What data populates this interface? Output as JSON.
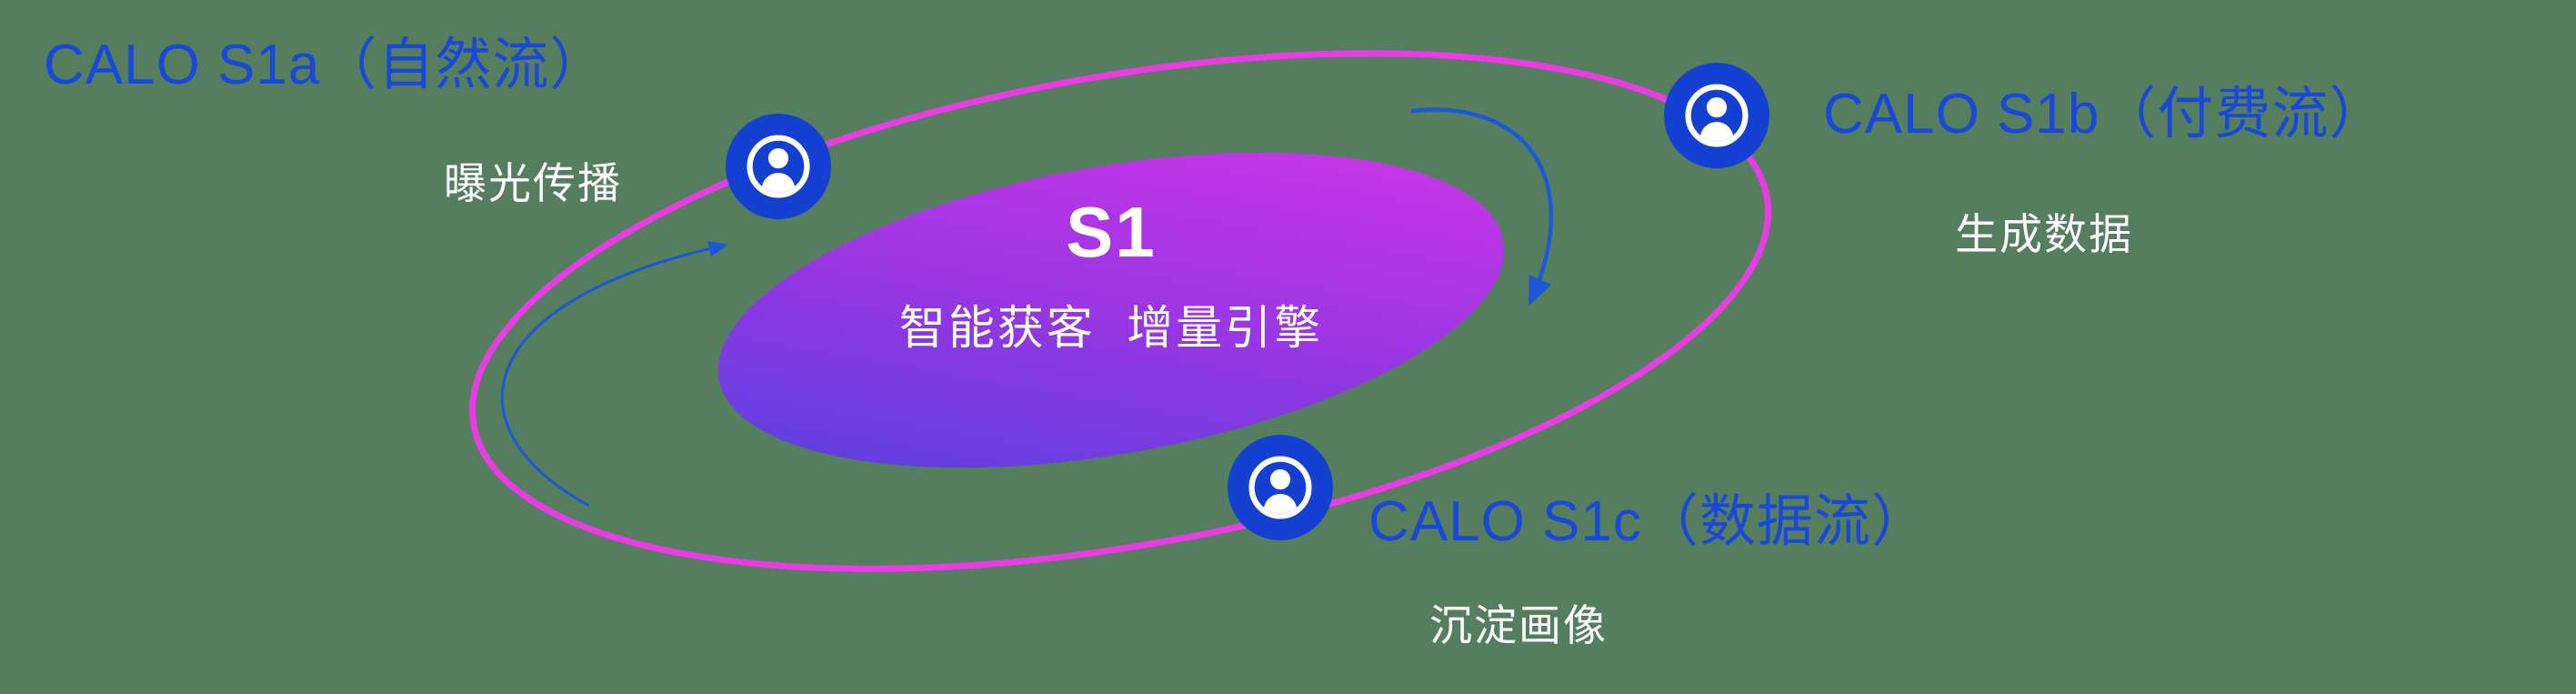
{
  "diagram": {
    "center": {
      "title": "S1",
      "subtitle": "智能获客  增量引擎"
    },
    "nodes": [
      {
        "id": "s1a",
        "title": "CALO S1a（自然流）",
        "subtitle": "曝光传播"
      },
      {
        "id": "s1b",
        "title": "CALO S1b（付费流）",
        "subtitle": "生成数据"
      },
      {
        "id": "s1c",
        "title": "CALO S1c（数据流）",
        "subtitle": "沉淀画像"
      }
    ],
    "colors": {
      "background": "#557e5f",
      "title_blue": "#1948d8",
      "subtitle_white": "#ffffff",
      "node_blue": "#1340d0",
      "orbit_ring_magenta": "#e93ce4",
      "core_gradient_start": "#4b43dd",
      "core_gradient_end": "#d636e9",
      "arrow_blue": "#1b57d6"
    }
  }
}
